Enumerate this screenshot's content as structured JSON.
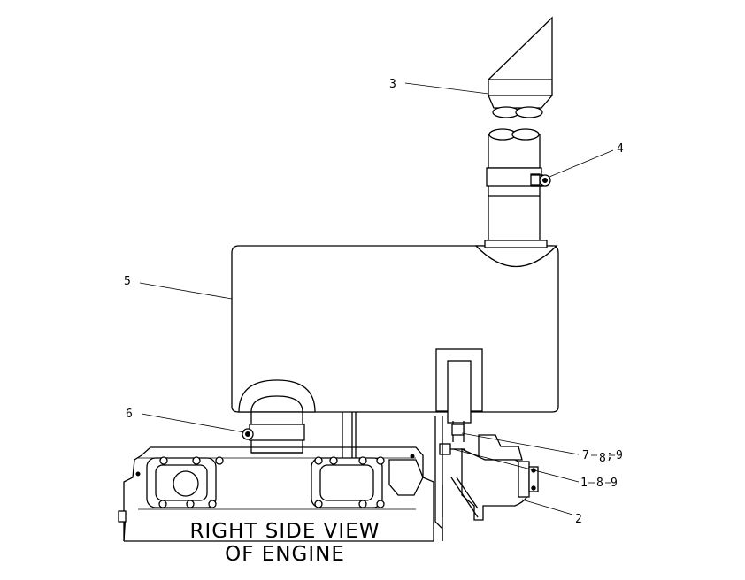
{
  "callouts": {
    "c3": "3",
    "c4": "4",
    "c5": "5",
    "c6": "6",
    "c7": "7",
    "c7_ref1": "8",
    "c7_ref2": "9",
    "c1": "1",
    "c1_ref1": "8",
    "c1_ref2": "9",
    "c2": "2"
  },
  "caption": {
    "line1": "RIGHT SIDE VIEW",
    "line2": "OF ENGINE"
  }
}
